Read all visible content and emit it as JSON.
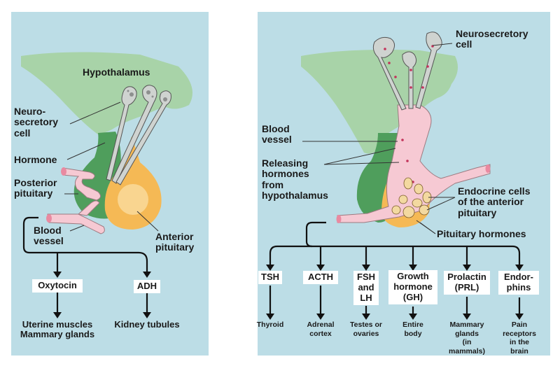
{
  "left_diagram": {
    "labels": {
      "hypothalamus": "Hypothalamus",
      "neurosecretory_cell": "Neuro-\nsecretory\ncell",
      "hormone": "Hormone",
      "posterior_pituitary": "Posterior\npituitary",
      "blood_vessel": "Blood\nvessel",
      "anterior_pituitary": "Anterior\npituitary"
    },
    "hormones": [
      {
        "name": "Oxytocin",
        "target": "Uterine muscles\nMammary glands"
      },
      {
        "name": "ADH",
        "target": "Kidney tubules"
      }
    ]
  },
  "right_diagram": {
    "labels": {
      "neurosecretory_cell": "Neurosecretory\ncell",
      "blood_vessel": "Blood\nvessel",
      "releasing_hormones": "Releasing\nhormones\nfrom\nhypothalamus",
      "endocrine_cells": "Endocrine cells\nof the anterior\npituitary",
      "pituitary_hormones": "Pituitary hormones"
    },
    "hormones": [
      {
        "name": "TSH",
        "target": "Thyroid"
      },
      {
        "name": "ACTH",
        "target": "Adrenal\ncortex"
      },
      {
        "name": "FSH\nand\nLH",
        "target": "Testes or\novaries"
      },
      {
        "name": "Growth\nhormone\n(GH)",
        "target": "Entire\nbody"
      },
      {
        "name": "Prolactin\n(PRL)",
        "target": "Mammary\nglands\n(in\nmammals)"
      },
      {
        "name": "Endor-\nphins",
        "target": "Pain\nreceptors\nin the\nbrain"
      }
    ]
  },
  "colors": {
    "background_panel": "#bcdde6",
    "hypothalamus_green": "#a8d3a8",
    "posterior_green": "#4f9e5c",
    "anterior_orange": "#f5b955",
    "vessel_pink": "#f6c9d3",
    "neuron_gray": "#cfd3d0"
  }
}
